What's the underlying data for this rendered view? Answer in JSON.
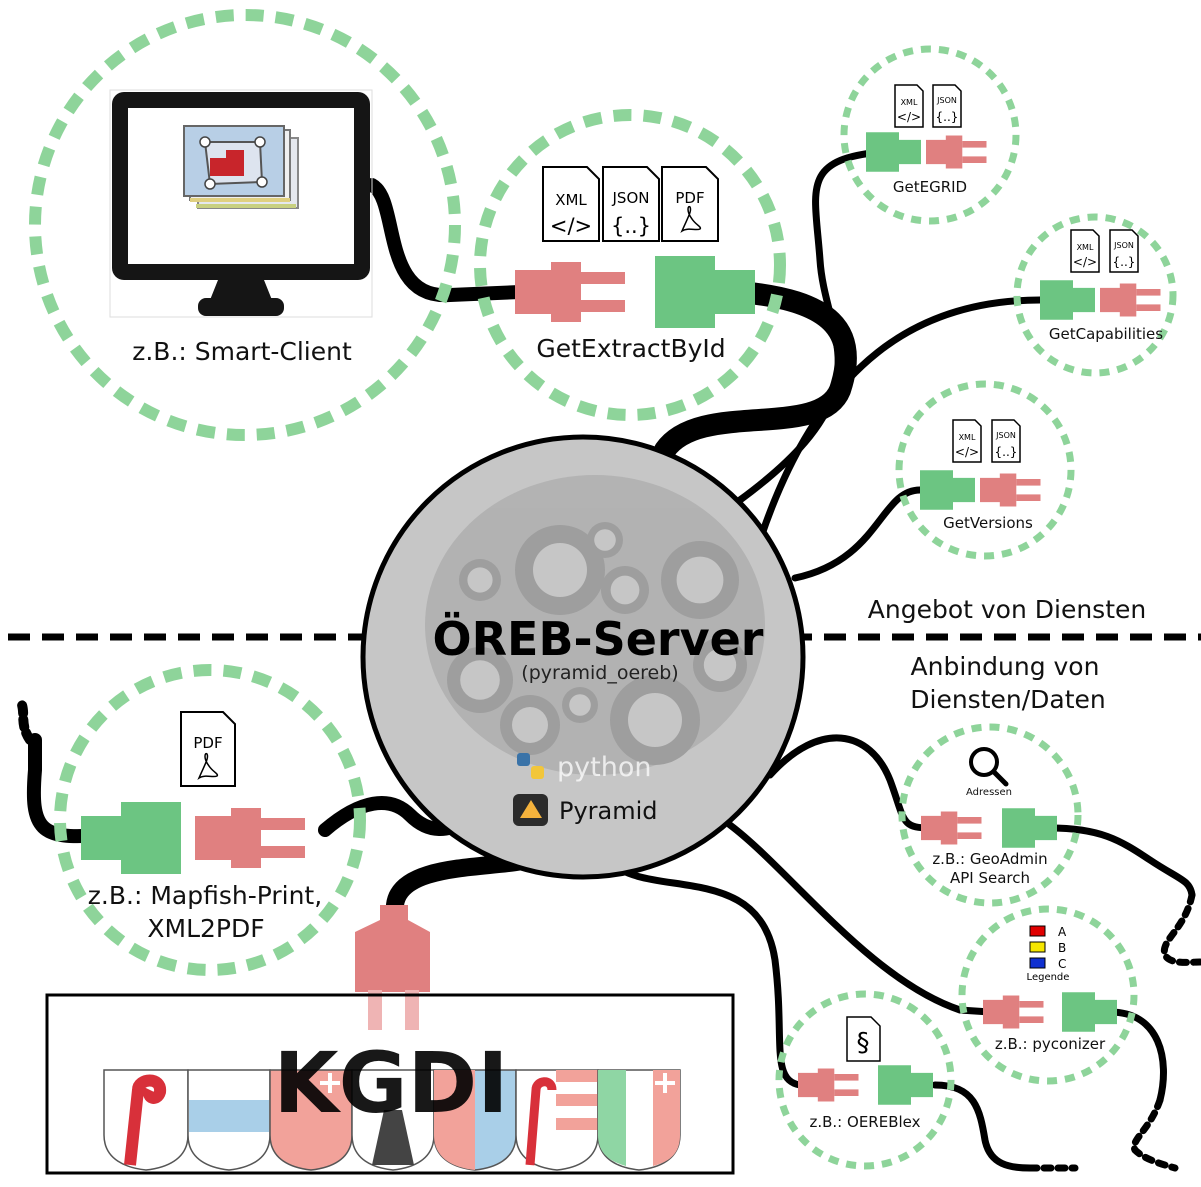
{
  "colors": {
    "green": "#6cc582",
    "green_dash": "#8ed49a",
    "red": "#e08080",
    "cable": "#000000",
    "server": "#c6c6c6"
  },
  "server": {
    "title": "ÖREB-Server",
    "subtitle": "(pyramid_oereb)",
    "python_label": "python",
    "pyramid_label": "Pyramid"
  },
  "sections": {
    "top_label": "Angebot von Diensten",
    "bottom_label_1": "Anbindung von",
    "bottom_label_2": "Diensten/Daten"
  },
  "client": {
    "label": "z.B.: Smart-Client"
  },
  "services": {
    "extract": {
      "label": "GetExtractById",
      "formats": [
        "XML",
        "JSON",
        "PDF"
      ]
    },
    "egrid": {
      "label": "GetEGRID",
      "formats": [
        "XML",
        "JSON"
      ]
    },
    "capabilities": {
      "label": "GetCapabilities",
      "formats": [
        "XML",
        "JSON"
      ]
    },
    "versions": {
      "label": "GetVersions",
      "formats": [
        "XML",
        "JSON"
      ]
    }
  },
  "connectors": {
    "print": {
      "label_1": "z.B.: Mapfish-Print,",
      "label_2": "XML2PDF",
      "format": "PDF"
    },
    "geoadmin": {
      "label_1": "z.B.: GeoAdmin",
      "label_2": "API Search",
      "icon_label": "Adressen"
    },
    "pyconizer": {
      "label": "z.B.: pyconizer",
      "legend_items": [
        "A",
        "B",
        "C"
      ],
      "legend_title": "Legende"
    },
    "oereblex": {
      "label": "z.B.: OEREBlex",
      "symbol": "§"
    }
  },
  "kgdi": {
    "label": "KGDI"
  },
  "doc_glyphs": {
    "xml": "</>",
    "json": "{..}"
  }
}
